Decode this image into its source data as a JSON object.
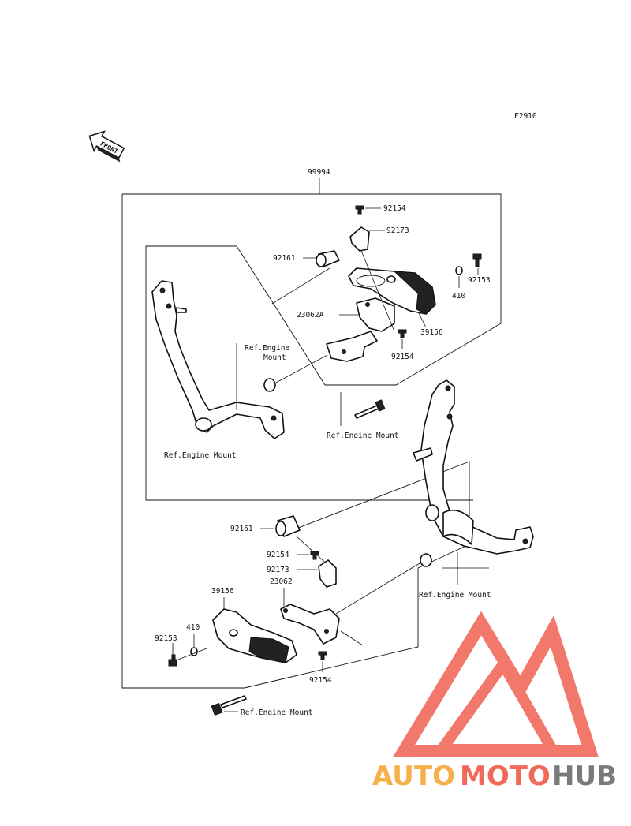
{
  "figure_code": "F2910",
  "front_label": "FRONT",
  "kit_number": "99994",
  "parts": {
    "p92154_top": "92154",
    "p92173_top": "92173",
    "p92161_top": "92161",
    "p92153_top": "92153",
    "p410_top": "410",
    "p23062A": "23062A",
    "p39156_top": "39156",
    "p92154_mid": "92154",
    "p92161_bot": "92161",
    "p92154_bot1": "92154",
    "p92173_bot": "92173",
    "p39156_bot": "39156",
    "p23062_bot": "23062",
    "p410_bot": "410",
    "p92153_bot": "92153",
    "p92154_bot2": "92154"
  },
  "refs": {
    "engine_mount_1": "Ref.Engine",
    "engine_mount_1b": "Mount",
    "engine_mount_2": "Ref.Engine Mount",
    "engine_mount_3": "Ref.Engine Mount",
    "engine_mount_4": "Ref.Engine Mount",
    "engine_mount_5": "Ref.Engine Mount"
  },
  "watermark": {
    "brand_part1": "AUTO",
    "brand_part2": "MOTO",
    "brand_part3": "HUB",
    "color_primary": "#f06a5a",
    "color_secondary": "#f5b04a",
    "color_hub": "#7a7a7a"
  }
}
